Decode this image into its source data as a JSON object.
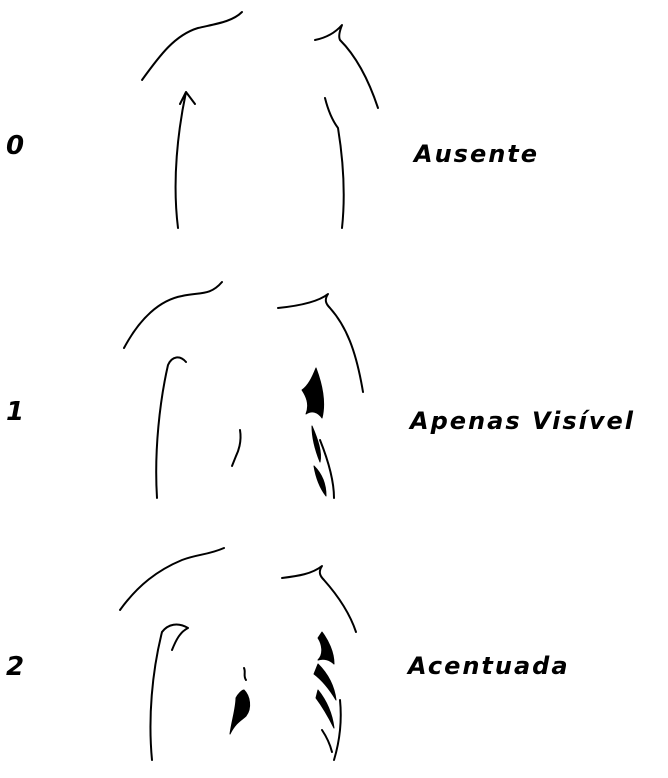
{
  "rows": [
    {
      "score": "0",
      "label": "Ausente"
    },
    {
      "score": "1",
      "label": "Apenas  Visível"
    },
    {
      "score": "2",
      "label": "Acentuada"
    }
  ],
  "colors": {
    "ink": "#000000",
    "background": "#ffffff"
  }
}
